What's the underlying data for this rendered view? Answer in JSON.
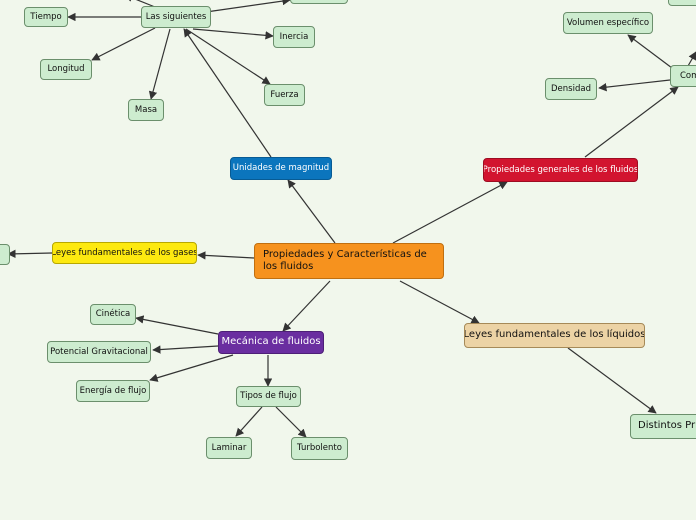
{
  "nodes": {
    "root": "Propiedades y Características de los fluidos",
    "unidades": "Unidades de magnitud",
    "siguientes": "Las siguientes",
    "tiempo": "Tiempo",
    "longitud": "Longitud",
    "masa": "Masa",
    "inercia": "Inercia",
    "fuerza": "Fuerza",
    "prop_generales": "Propiedades generales de los fluidos",
    "com": "Com",
    "volumen": "Volumen específico",
    "densidad": "Densidad",
    "leyes_gases": "Leyes fundamentales de los gases",
    "mecanica": "Mecánica de fluidos",
    "cinetica": "Cinética",
    "potencial": "Potencial Gravitacional",
    "energia": "Energía de flujo",
    "tipos": "Tipos de flujo",
    "laminar": "Laminar",
    "turbolento": "Turbolento",
    "leyes_liquidos": "Leyes fundamentales de los líquidos",
    "distintos": "Distintos Prin"
  },
  "colors": {
    "background": "#f1f7ec",
    "leaf": "#cdeccf",
    "root": "#f6921e",
    "unidades": "#0b75bd",
    "prop_generales": "#d2142f",
    "leyes_gases": "#fde910",
    "mecanica": "#6a2ea0",
    "leyes_liquidos": "#ecd3a5",
    "connector": "#333333"
  }
}
